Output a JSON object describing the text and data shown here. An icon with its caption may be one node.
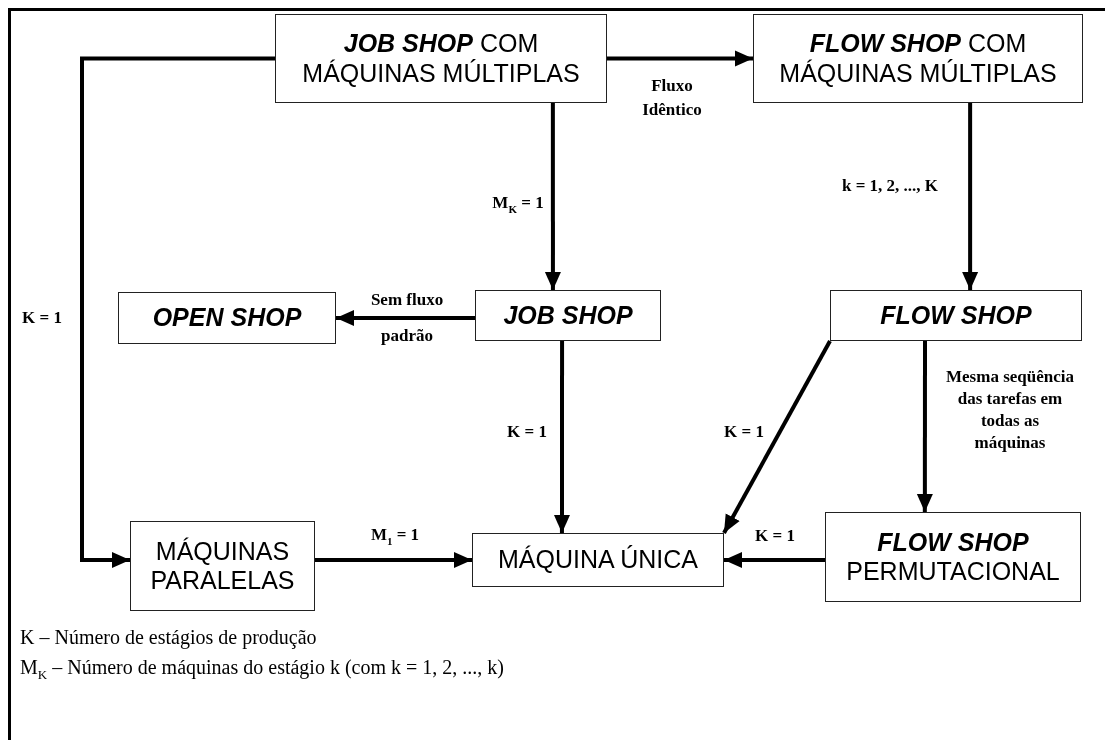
{
  "diagram": {
    "nodes": [
      {
        "text": [
          "**JOB SHOP** COM MÁQUINAS MÚLTIPLAS"
        ]
      },
      {
        "text": [
          "**FLOW SHOP** COM MÁQUINAS MÚLTIPLAS"
        ]
      },
      {
        "text": [
          "OPEN SHOP"
        ]
      },
      {
        "text": [
          "JOB SHOP"
        ]
      },
      {
        "text": [
          "FLOW SHOP"
        ]
      },
      {
        "text": [
          "MÁQUINAS PARALELAS"
        ]
      },
      {
        "text": [
          "MÁQUINA ÚNICA"
        ]
      },
      {
        "text": [
          "**FLOW SHOP** PERMUTACIONAL"
        ]
      }
    ],
    "edges": [
      {
        "from": 0,
        "to": 1,
        "arrow": "to",
        "label": "Fluxo Idêntico"
      },
      {
        "from": 0,
        "to": 3,
        "arrow": "to",
        "label": "M$_{K}$ = 1"
      },
      {
        "from": 1,
        "to": 4,
        "arrow": "to",
        "label": "k = 1, 2, ..., K"
      },
      {
        "from": 3,
        "to": 2,
        "arrow": "to",
        "label": "Sem fluxo padrão"
      },
      {
        "from": 0,
        "to": 5,
        "arrow": "to",
        "label": "K = 1"
      },
      {
        "from": 3,
        "to": 6,
        "arrow": "to",
        "label": "K = 1"
      },
      {
        "from": 4,
        "to": 6,
        "arrow": "to",
        "label": "K = 1"
      },
      {
        "from": 4,
        "to": 7,
        "arrow": "to",
        "label": "Mesma seqüência das tarefas em todas as máquinas"
      },
      {
        "from": 5,
        "to": 6,
        "arrow": "to",
        "label": "M$_{1}$ = 1"
      },
      {
        "from": 7,
        "to": 6,
        "arrow": "to",
        "label": "K = 1"
      }
    ],
    "labels": [
      "K – Número de estágios de produção",
      "M$_{K}$ – Número de máquinas do estágio k (com k = 1, 2, ..., k)"
    ]
  }
}
